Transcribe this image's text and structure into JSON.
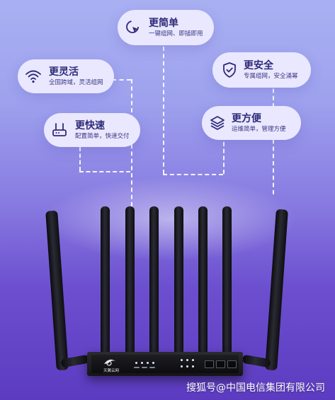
{
  "features": [
    {
      "id": "simple",
      "title": "更简单",
      "subtitle": "一键组网、即插即用",
      "icon": "cursor-click-icon"
    },
    {
      "id": "agile",
      "title": "更灵活",
      "subtitle": "全国跨域，灵活组网",
      "icon": "wifi-icon"
    },
    {
      "id": "secure",
      "title": "更安全",
      "subtitle": "专属组网，安全涌幂",
      "icon": "shield-check-icon"
    },
    {
      "id": "fast",
      "title": "更快速",
      "subtitle": "配置简单，快速交付",
      "icon": "router-icon"
    },
    {
      "id": "convenient",
      "title": "更方便",
      "subtitle": "运维简单，管理方便",
      "icon": "layers-icon"
    }
  ],
  "device": {
    "brand_label": "天翼云网"
  },
  "watermark": "搜狐号@中国电信集团有限公司"
}
